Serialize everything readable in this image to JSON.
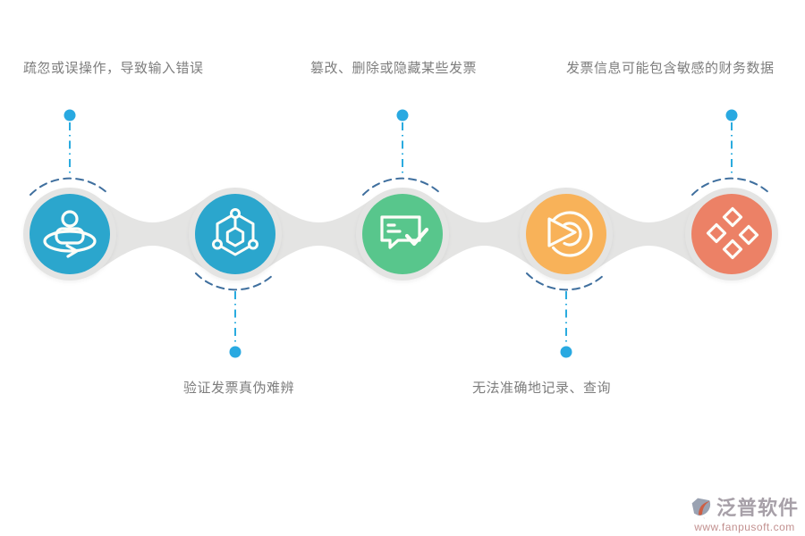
{
  "diagram": {
    "nodes": [
      {
        "id": 1,
        "icon": "user-sync-icon",
        "color": "#2ba6cd",
        "label": "疏忽或误操作，导致输入错误",
        "label_position": "top"
      },
      {
        "id": 2,
        "icon": "network-hexagon-icon",
        "color": "#2ba6cd",
        "label": "验证发票真伪难辨",
        "label_position": "bottom"
      },
      {
        "id": 3,
        "icon": "message-check-icon",
        "color": "#58c68c",
        "label": "篡改、删除或隐藏某些发票",
        "label_position": "top"
      },
      {
        "id": 4,
        "icon": "pie-chart-icon",
        "color": "#f8b259",
        "label": "无法准确地记录、查询",
        "label_position": "bottom"
      },
      {
        "id": 5,
        "icon": "diamond-grid-icon",
        "color": "#ec8166",
        "label": "发票信息可能包含敏感的财务数据",
        "label_position": "top"
      }
    ],
    "colors": {
      "chain": "#e4e4e3",
      "dashed_arc": "#3f6f9e",
      "connector_line": "#2aabdf",
      "dot": "#29a9e1",
      "label_text": "#7d7d7d",
      "icon_stroke": "#fdfdf8"
    }
  },
  "branding": {
    "logo_text": "泛普软件",
    "website": "www.fanpusoft.com",
    "logo_colors": {
      "gem": "#9aa2b2",
      "swoosh": "#cd5f45"
    }
  }
}
